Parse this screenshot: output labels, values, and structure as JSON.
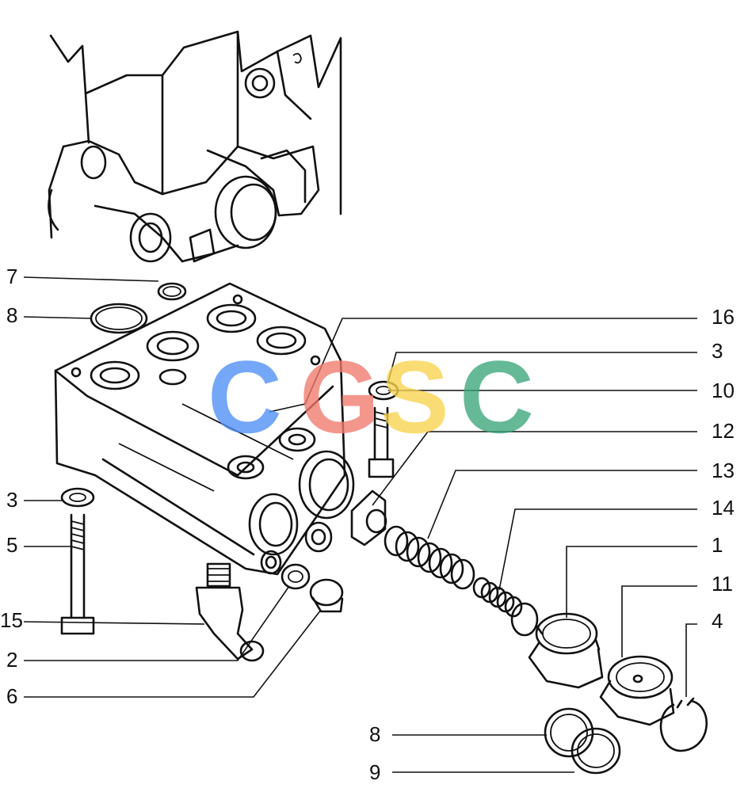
{
  "watermark": {
    "letters": [
      "C",
      "G",
      "S",
      "C"
    ],
    "colors": [
      "#4f8ff7",
      "#f07a6e",
      "#f8d34c",
      "#3aa67a"
    ]
  },
  "callouts": {
    "left": [
      "7",
      "8",
      "3",
      "5",
      "15",
      "2",
      "6"
    ],
    "right": [
      "16",
      "3",
      "10",
      "12",
      "13",
      "14",
      "1",
      "11",
      "4"
    ],
    "bottom": [
      "8",
      "9"
    ]
  }
}
